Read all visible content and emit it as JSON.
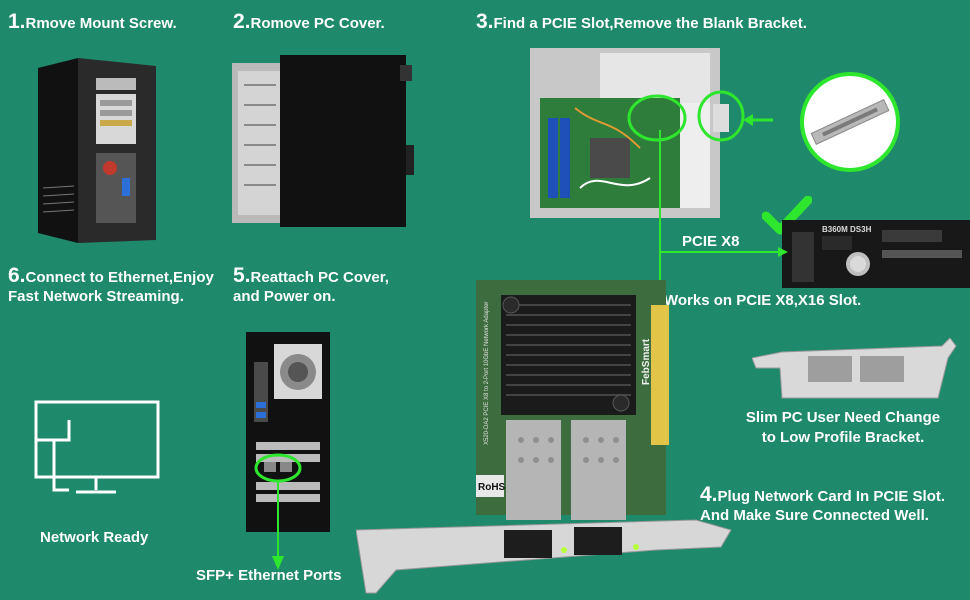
{
  "steps": {
    "s1": {
      "num": "1.",
      "text": "Rmove Mount Screw."
    },
    "s2": {
      "num": "2.",
      "text": "Romove PC Cover."
    },
    "s3": {
      "num": "3.",
      "text": "Find a PCIE Slot,Remove the Blank Bracket."
    },
    "s6": {
      "num": "6.",
      "line1": "Connect to Ethernet,Enjoy",
      "line2": "Fast Network Streaming."
    },
    "s5": {
      "num": "5.",
      "line1": "Reattach PC Cover,",
      "line2": "and Power on."
    },
    "s4": {
      "num": "4.",
      "line1": "Plug Network Card In PCIE Slot.",
      "line2": "And Make Sure Connected Well."
    }
  },
  "labels": {
    "pcie_x8": "PCIE X8",
    "works_on": "Works on PCIE X8,X16 Slot.",
    "slim_pc_line1": "Slim PC User Need Change",
    "slim_pc_line2": "to Low Profile Bracket.",
    "network_ready": "Network Ready",
    "sfp_ports": "SFP+ Ethernet Ports"
  },
  "card_print": {
    "brand": "FebSmart",
    "rohs": "RoHS",
    "board_text": "X520-DA2 PCIE X8 to 2-Port 10GbE Network Adapter"
  },
  "board_print": {
    "model": "B360M DS3H"
  },
  "colors": {
    "background": "#1e8a6b",
    "accent_green": "#2ee62e",
    "text": "#ffffff"
  }
}
